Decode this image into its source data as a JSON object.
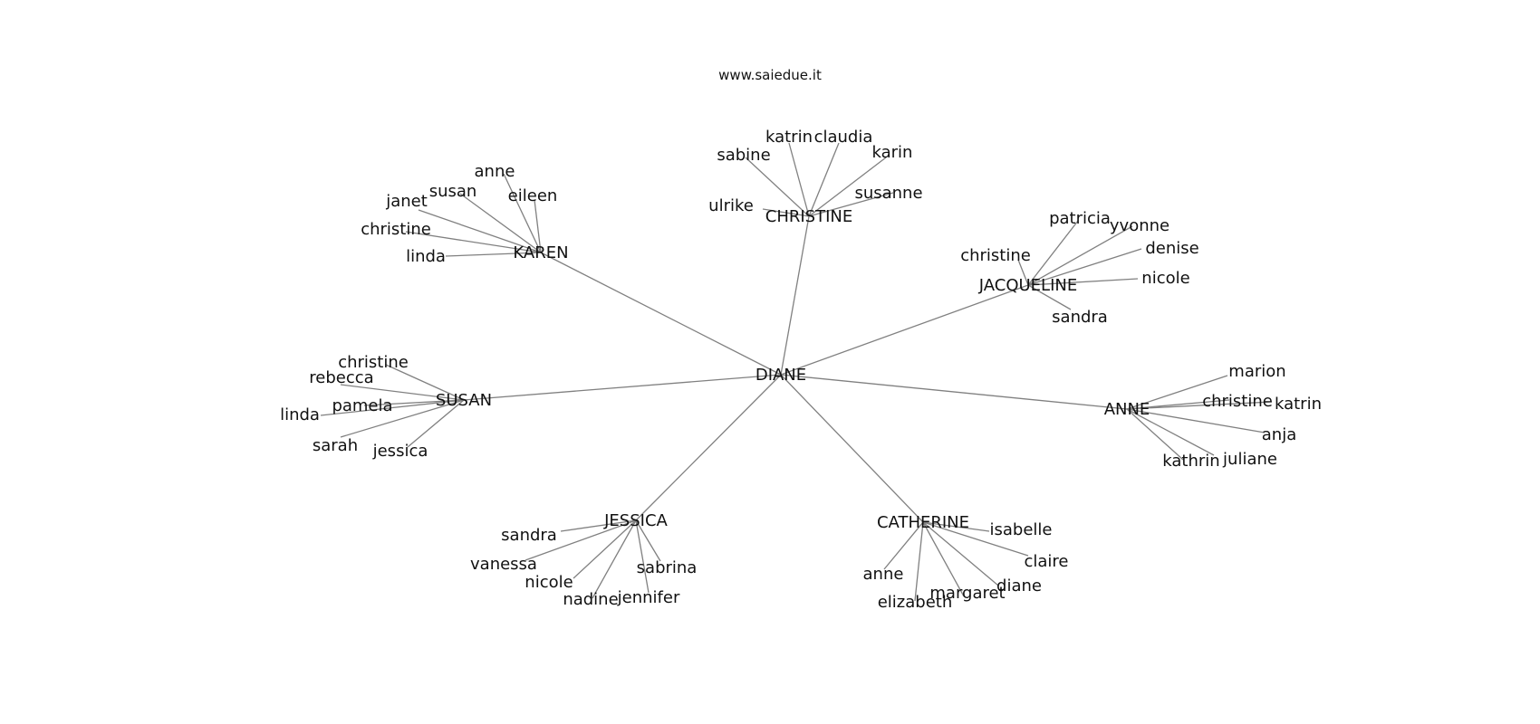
{
  "title": "www.saiedue.it",
  "colors": {
    "edge": "#808080",
    "text": "#111111",
    "background": "#ffffff"
  },
  "tree": {
    "root": "DIANE",
    "groups": [
      {
        "name": "KAREN",
        "children": [
          "anne",
          "susan",
          "eileen",
          "janet",
          "christine",
          "linda"
        ]
      },
      {
        "name": "CHRISTINE",
        "children": [
          "katrin",
          "claudia",
          "sabine",
          "karin",
          "susanne",
          "ulrike"
        ]
      },
      {
        "name": "JACQUELINE",
        "children": [
          "patricia",
          "yvonne",
          "christine",
          "denise",
          "nicole",
          "sandra"
        ]
      },
      {
        "name": "SUSAN",
        "children": [
          "christine",
          "rebecca",
          "pamela",
          "linda",
          "sarah",
          "jessica"
        ]
      },
      {
        "name": "ANNE",
        "children": [
          "marion",
          "christine",
          "katrin",
          "anja",
          "kathrin",
          "juliane"
        ]
      },
      {
        "name": "JESSICA",
        "children": [
          "sandra",
          "vanessa",
          "nicole",
          "sabrina",
          "nadine",
          "jennifer"
        ]
      },
      {
        "name": "CATHERINE",
        "children": [
          "isabelle",
          "claire",
          "anne",
          "diane",
          "margaret",
          "elizabeth"
        ]
      }
    ]
  }
}
